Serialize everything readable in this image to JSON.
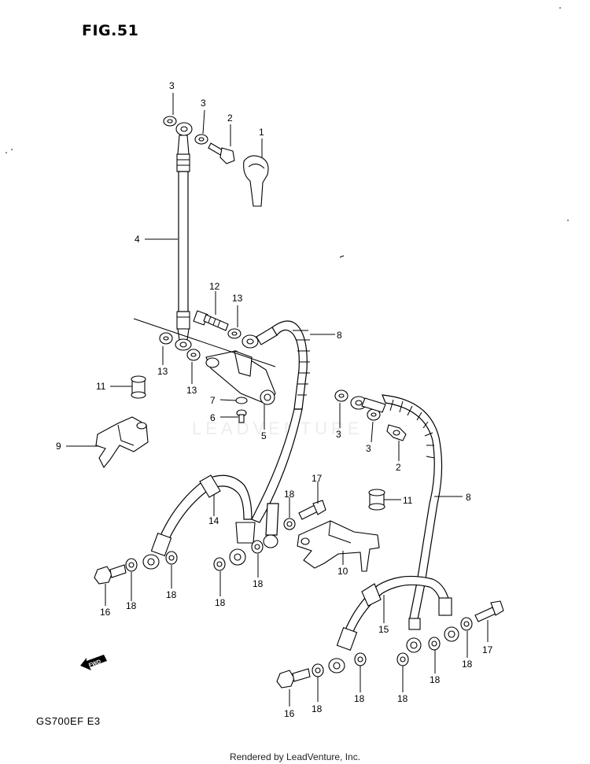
{
  "figure_title": "FIG.51",
  "model_code": "GS700EF  E3",
  "watermark": "LEADVENTURE",
  "footer": "Rendered by LeadVenture, Inc.",
  "forward_marker": "FWD",
  "callouts": [
    {
      "id": "c3a",
      "label": "3"
    },
    {
      "id": "c3b",
      "label": "3"
    },
    {
      "id": "c2a",
      "label": "2"
    },
    {
      "id": "c1",
      "label": "1"
    },
    {
      "id": "c4",
      "label": "4"
    },
    {
      "id": "c12",
      "label": "12"
    },
    {
      "id": "c13a",
      "label": "13"
    },
    {
      "id": "c8a",
      "label": "8"
    },
    {
      "id": "c13b",
      "label": "13"
    },
    {
      "id": "c13c",
      "label": "13"
    },
    {
      "id": "c11a",
      "label": "11"
    },
    {
      "id": "c7",
      "label": "7"
    },
    {
      "id": "c6",
      "label": "6"
    },
    {
      "id": "c5",
      "label": "5"
    },
    {
      "id": "c3c",
      "label": "3"
    },
    {
      "id": "c3d",
      "label": "3"
    },
    {
      "id": "c2b",
      "label": "2"
    },
    {
      "id": "c9",
      "label": "9"
    },
    {
      "id": "c11b",
      "label": "11"
    },
    {
      "id": "c8b",
      "label": "8"
    },
    {
      "id": "c17a",
      "label": "17"
    },
    {
      "id": "c18a",
      "label": "18"
    },
    {
      "id": "c14",
      "label": "14"
    },
    {
      "id": "c10",
      "label": "10"
    },
    {
      "id": "c16a",
      "label": "16"
    },
    {
      "id": "c18b",
      "label": "18"
    },
    {
      "id": "c18c",
      "label": "18"
    },
    {
      "id": "c18d",
      "label": "18"
    },
    {
      "id": "c18e",
      "label": "18"
    },
    {
      "id": "c15",
      "label": "15"
    },
    {
      "id": "c17b",
      "label": "17"
    },
    {
      "id": "c18f",
      "label": "18"
    },
    {
      "id": "c18g",
      "label": "18"
    },
    {
      "id": "c18h",
      "label": "18"
    },
    {
      "id": "c18i",
      "label": "18"
    },
    {
      "id": "c18j",
      "label": "18"
    },
    {
      "id": "c16b",
      "label": "16"
    },
    {
      "id": "c18k",
      "label": "18"
    }
  ]
}
